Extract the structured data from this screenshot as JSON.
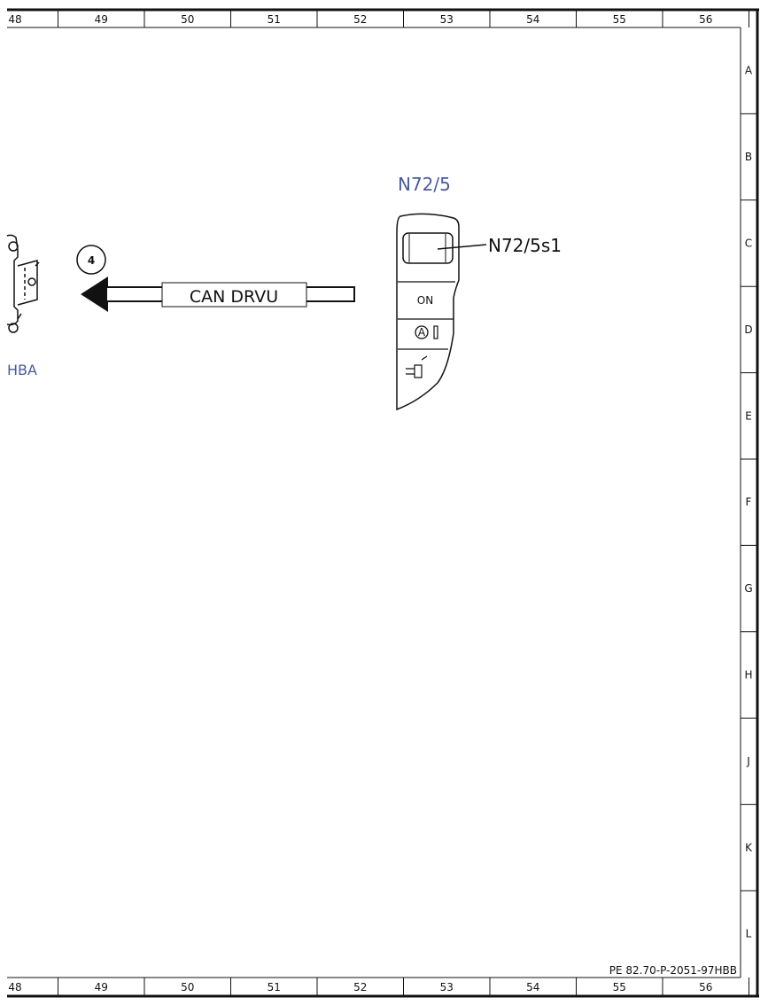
{
  "frame": {
    "columns": [
      "48",
      "49",
      "50",
      "51",
      "52",
      "53",
      "54",
      "55",
      "56"
    ],
    "rows": [
      "A",
      "B",
      "C",
      "D",
      "E",
      "F",
      "G",
      "H",
      "J",
      "K",
      "L"
    ],
    "document_id": "PE 82.70-P-2051-97HBB"
  },
  "component": {
    "name": "N72/5",
    "switch_label": "N72/5s1",
    "button_on": "ON",
    "button_resume_letter": "A"
  },
  "connection": {
    "number": "4",
    "bus_name": "CAN DRVU"
  },
  "left_component": {
    "label": "HBA"
  },
  "colors": {
    "component_label": "#4a5aa0",
    "line": "#111111"
  }
}
